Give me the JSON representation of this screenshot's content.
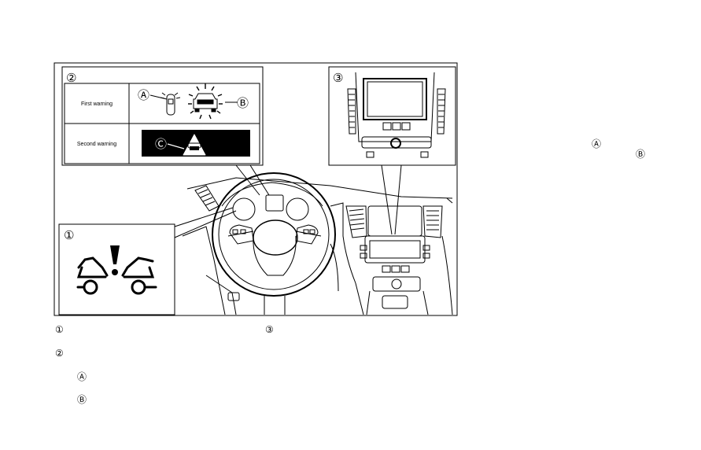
{
  "figure": {
    "callouts": {
      "one": "①",
      "two": "②",
      "three": "③",
      "a": "Ⓐ",
      "b": "Ⓑ",
      "c": "Ⓒ"
    },
    "warning_table": {
      "rows": [
        {
          "label": "First warning"
        },
        {
          "label": "Second warning"
        }
      ]
    }
  },
  "legend": {
    "item1": "①",
    "item2": "②",
    "item3": "③",
    "itemA": "Ⓐ",
    "itemB": "Ⓑ"
  },
  "side_refs": {
    "a": "Ⓐ",
    "b": "Ⓑ"
  }
}
